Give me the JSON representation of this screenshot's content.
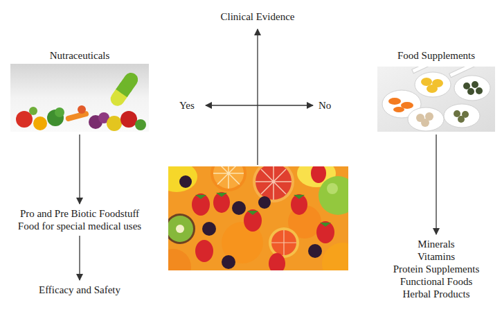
{
  "diagram": {
    "nodes": [
      {
        "text": [
          "Clinical Evidence"
        ]
      },
      {
        "text": [
          "Nutraceuticals"
        ]
      },
      {
        "text": [
          "Food Supplements"
        ]
      },
      {
        "text": [
          "Pro and Pre Biotic Foodstuff",
          "Food for special medical uses"
        ]
      },
      {
        "text": [
          "Minerals",
          "Vitamins",
          "Protein Supplements",
          "Functional Foods",
          "Herbal Products"
        ]
      },
      {
        "text": [
          "Efficacy and Safety"
        ]
      }
    ],
    "edges": [
      {
        "from": 1,
        "to": 3,
        "arrow": "to"
      },
      {
        "from": 3,
        "to": 5,
        "arrow": "to"
      },
      {
        "from": 2,
        "to": 4,
        "arrow": "to"
      }
    ],
    "labels": [
      "Yes",
      "No"
    ]
  }
}
